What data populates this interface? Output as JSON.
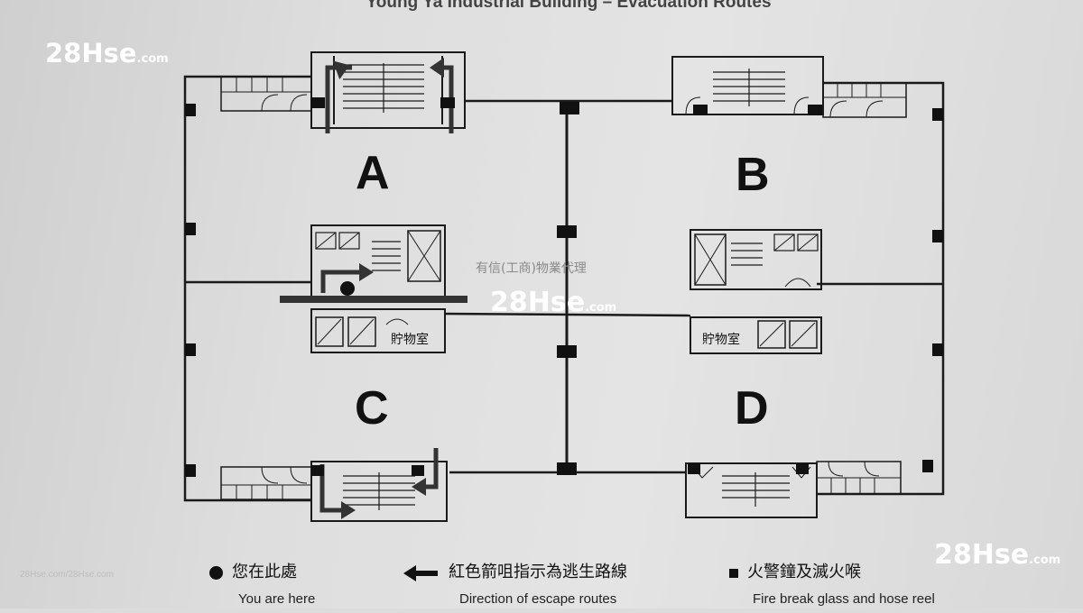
{
  "title": "Young Ya Industrial Building – Evacuation Routes",
  "watermarks": {
    "brand": "28Hse",
    "domain": ".com",
    "agent": "有信(工商)物業代理",
    "faint": "28Hse.com/28Hse.com"
  },
  "units": {
    "A": "A",
    "B": "B",
    "C": "C",
    "D": "D"
  },
  "rooms": {
    "storage_left": "貯物室",
    "storage_right": "貯物室"
  },
  "legend": {
    "you_are_here_zh": "您在此處",
    "you_are_here_en": "You are here",
    "escape_zh": "紅色箭咀指示為逃生路線",
    "escape_en": "Direction of escape routes",
    "fire_zh": "火警鐘及滅火喉",
    "fire_en": "Fire break glass and hose reel"
  },
  "colors": {
    "line": "#1a1a1a",
    "route": "#333333",
    "paper": "#e0e0e0"
  },
  "icons": {
    "you_are_here": "filled-circle",
    "escape": "left-arrow",
    "fire": "filled-square"
  }
}
